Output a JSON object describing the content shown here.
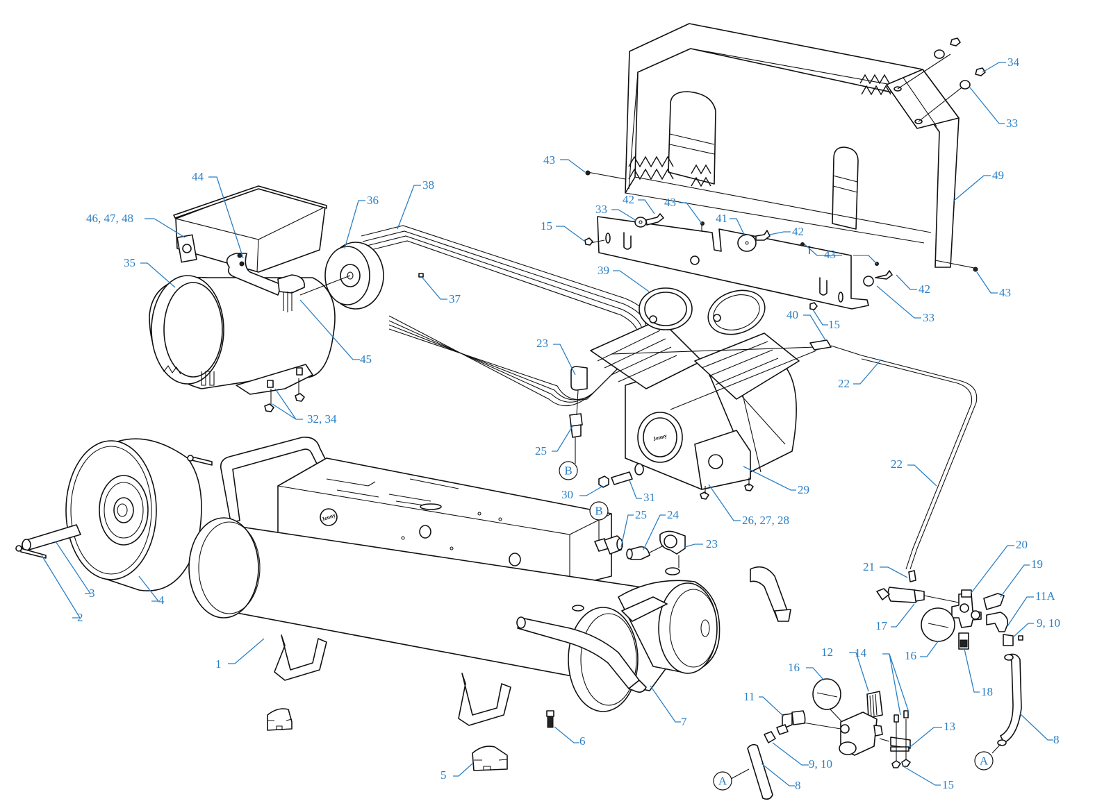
{
  "diagram": {
    "title": "Air Compressor Exploded Parts Diagram",
    "brand_mark": "Jenny",
    "callout_color": "#2a7fc4",
    "line_color": "#111111",
    "callouts": [
      {
        "id": "c1",
        "label": "1"
      },
      {
        "id": "c2",
        "label": "2"
      },
      {
        "id": "c3",
        "label": "3"
      },
      {
        "id": "c4",
        "label": "4"
      },
      {
        "id": "c5",
        "label": "5"
      },
      {
        "id": "c6",
        "label": "6"
      },
      {
        "id": "c7",
        "label": "7"
      },
      {
        "id": "c8a",
        "label": "8"
      },
      {
        "id": "c8b",
        "label": "8"
      },
      {
        "id": "c9a",
        "label": "9, 10"
      },
      {
        "id": "c9b",
        "label": "9, 10"
      },
      {
        "id": "c11",
        "label": "11"
      },
      {
        "id": "c11a",
        "label": "11A"
      },
      {
        "id": "c12",
        "label": "12"
      },
      {
        "id": "c13",
        "label": "13"
      },
      {
        "id": "c14",
        "label": "14"
      },
      {
        "id": "c15a",
        "label": "15"
      },
      {
        "id": "c15b",
        "label": "15"
      },
      {
        "id": "c15c",
        "label": "15"
      },
      {
        "id": "c16a",
        "label": "16"
      },
      {
        "id": "c16b",
        "label": "16"
      },
      {
        "id": "c17",
        "label": "17"
      },
      {
        "id": "c18",
        "label": "18"
      },
      {
        "id": "c19",
        "label": "19"
      },
      {
        "id": "c20",
        "label": "20"
      },
      {
        "id": "c21",
        "label": "21"
      },
      {
        "id": "c22a",
        "label": "22"
      },
      {
        "id": "c22b",
        "label": "22"
      },
      {
        "id": "c23a",
        "label": "23"
      },
      {
        "id": "c23b",
        "label": "23"
      },
      {
        "id": "c24",
        "label": "24"
      },
      {
        "id": "c25a",
        "label": "25"
      },
      {
        "id": "c25b",
        "label": "25"
      },
      {
        "id": "c26",
        "label": "26, 27, 28"
      },
      {
        "id": "c29",
        "label": "29"
      },
      {
        "id": "c30",
        "label": "30"
      },
      {
        "id": "c31",
        "label": "31"
      },
      {
        "id": "c32",
        "label": "32, 34"
      },
      {
        "id": "c33a",
        "label": "33"
      },
      {
        "id": "c33b",
        "label": "33"
      },
      {
        "id": "c33c",
        "label": "33"
      },
      {
        "id": "c34",
        "label": "34"
      },
      {
        "id": "c35",
        "label": "35"
      },
      {
        "id": "c36",
        "label": "36"
      },
      {
        "id": "c37",
        "label": "37"
      },
      {
        "id": "c38",
        "label": "38"
      },
      {
        "id": "c39",
        "label": "39"
      },
      {
        "id": "c40",
        "label": "40"
      },
      {
        "id": "c41",
        "label": "41"
      },
      {
        "id": "c42a",
        "label": "42"
      },
      {
        "id": "c42b",
        "label": "42"
      },
      {
        "id": "c42c",
        "label": "42"
      },
      {
        "id": "c43a",
        "label": "43"
      },
      {
        "id": "c43b",
        "label": "43"
      },
      {
        "id": "c43c",
        "label": "43"
      },
      {
        "id": "c43d",
        "label": "43"
      },
      {
        "id": "c44",
        "label": "44"
      },
      {
        "id": "c45",
        "label": "45"
      },
      {
        "id": "c46",
        "label": "46, 47, 48"
      },
      {
        "id": "c49",
        "label": "49"
      }
    ],
    "connectors": [
      {
        "id": "connA1",
        "label": "A"
      },
      {
        "id": "connA2",
        "label": "A"
      },
      {
        "id": "connB1",
        "label": "B"
      },
      {
        "id": "connB2",
        "label": "B"
      }
    ]
  }
}
